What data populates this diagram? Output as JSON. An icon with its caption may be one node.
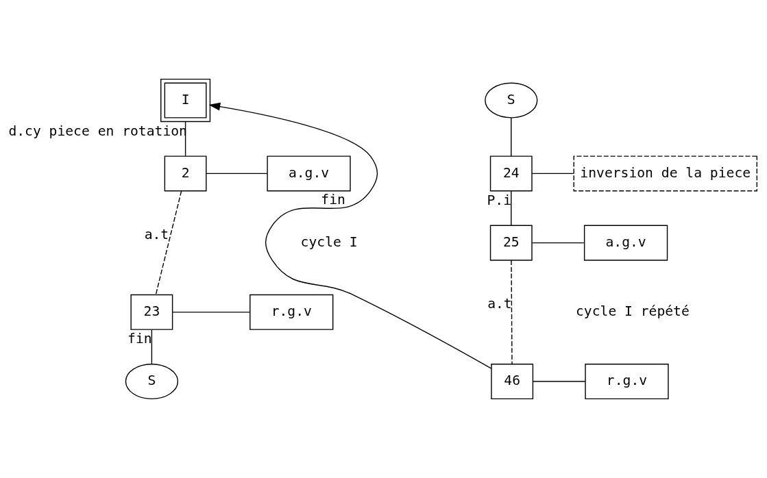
{
  "diagram": {
    "nodes": [
      {
        "text": [
          "I"
        ]
      },
      {
        "text": [
          "2"
        ]
      },
      {
        "text": [
          "a.g.v"
        ]
      },
      {
        "text": [
          "23"
        ]
      },
      {
        "text": [
          "r.g.v"
        ]
      },
      {
        "text": [
          "S"
        ]
      },
      {
        "text": [
          "S"
        ]
      },
      {
        "text": [
          "24"
        ]
      },
      {
        "text": [
          "inversion de la piece"
        ]
      },
      {
        "text": [
          "25"
        ]
      },
      {
        "text": [
          "a.g.v"
        ]
      },
      {
        "text": [
          "46"
        ]
      },
      {
        "text": [
          "r.g.v"
        ]
      }
    ],
    "edges": [
      {
        "from": 0,
        "to": 1,
        "arrow": "none",
        "label": "d.cy piece en rotation"
      },
      {
        "from": 1,
        "to": 2,
        "arrow": "none"
      },
      {
        "from": 1,
        "to": 3,
        "arrow": "none",
        "label": "a.t",
        "style": "dashed"
      },
      {
        "from": 3,
        "to": 4,
        "arrow": "none"
      },
      {
        "from": 3,
        "to": 5,
        "arrow": "none",
        "label": "fin"
      },
      {
        "from": 6,
        "to": 7,
        "arrow": "none"
      },
      {
        "from": 7,
        "to": 8,
        "arrow": "none"
      },
      {
        "from": 7,
        "to": 9,
        "arrow": "none",
        "label": "P.i"
      },
      {
        "from": 9,
        "to": 10,
        "arrow": "none"
      },
      {
        "from": 9,
        "to": 11,
        "arrow": "none",
        "label": "a.t",
        "style": "dashed"
      },
      {
        "from": 11,
        "to": 12,
        "arrow": "none"
      },
      {
        "from": 11,
        "to": 0,
        "arrow": "to",
        "label": "fin"
      }
    ],
    "labels": [
      "cycle I",
      "cycle I répété"
    ]
  }
}
